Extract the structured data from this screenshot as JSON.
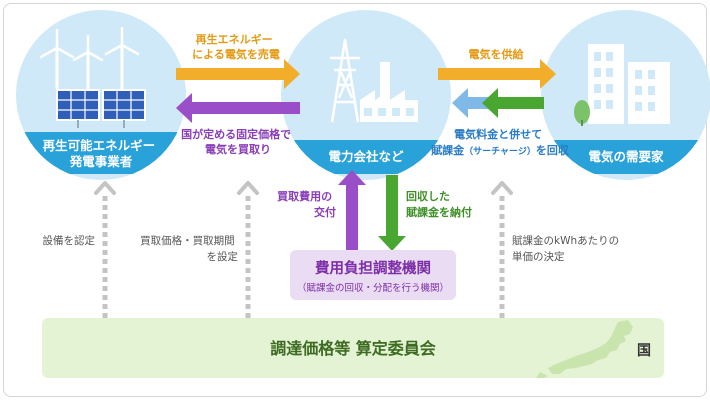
{
  "nodes": {
    "producer": {
      "line1": "再生可能エネルギー",
      "line2": "発電事業者"
    },
    "utility": {
      "label": "電力会社など"
    },
    "consumer": {
      "label": "電気の需要家"
    },
    "cost_agency": {
      "title": "費用負担調整機関",
      "subtitle": "（賦課金の回収・分配を行う機関）"
    },
    "committee": {
      "label": "調達価格等 算定委員会"
    },
    "government": {
      "label": "国"
    }
  },
  "flows": {
    "sell_power": {
      "line1": "再生エネルギー",
      "line2": "による電気を売電"
    },
    "buy_power": {
      "line1": "国が定める固定価格で",
      "line2": "電気を買取り"
    },
    "supply": {
      "label": "電気を供給"
    },
    "collect": {
      "line1": "電気料金と併せて",
      "line2_a": "賦課金",
      "line2_b": "（サーチャージ）",
      "line2_c": "を回収"
    },
    "grant": {
      "line1": "買取費用の",
      "line2": "交付"
    },
    "pay": {
      "line1": "回収した",
      "line2": "賦課金を納付"
    },
    "certify": {
      "label": "設備を認定"
    },
    "set_price": {
      "line1": "買取価格・買取期間",
      "line2": "を設定"
    },
    "unit_price": {
      "line1": "賦課金のkWhあたりの",
      "line2": "単価の決定"
    }
  },
  "colors": {
    "circle": "#cfe9f8",
    "label_band": "#29a1d9",
    "orange": "#f2ad2a",
    "purple": "#9a4fc8",
    "green": "#49a630",
    "light_blue": "#7fb9e8",
    "dashed_gray": "#c4c4c4",
    "committee_band": "#e5f3d5",
    "agency_box": "#e9dcf3"
  }
}
